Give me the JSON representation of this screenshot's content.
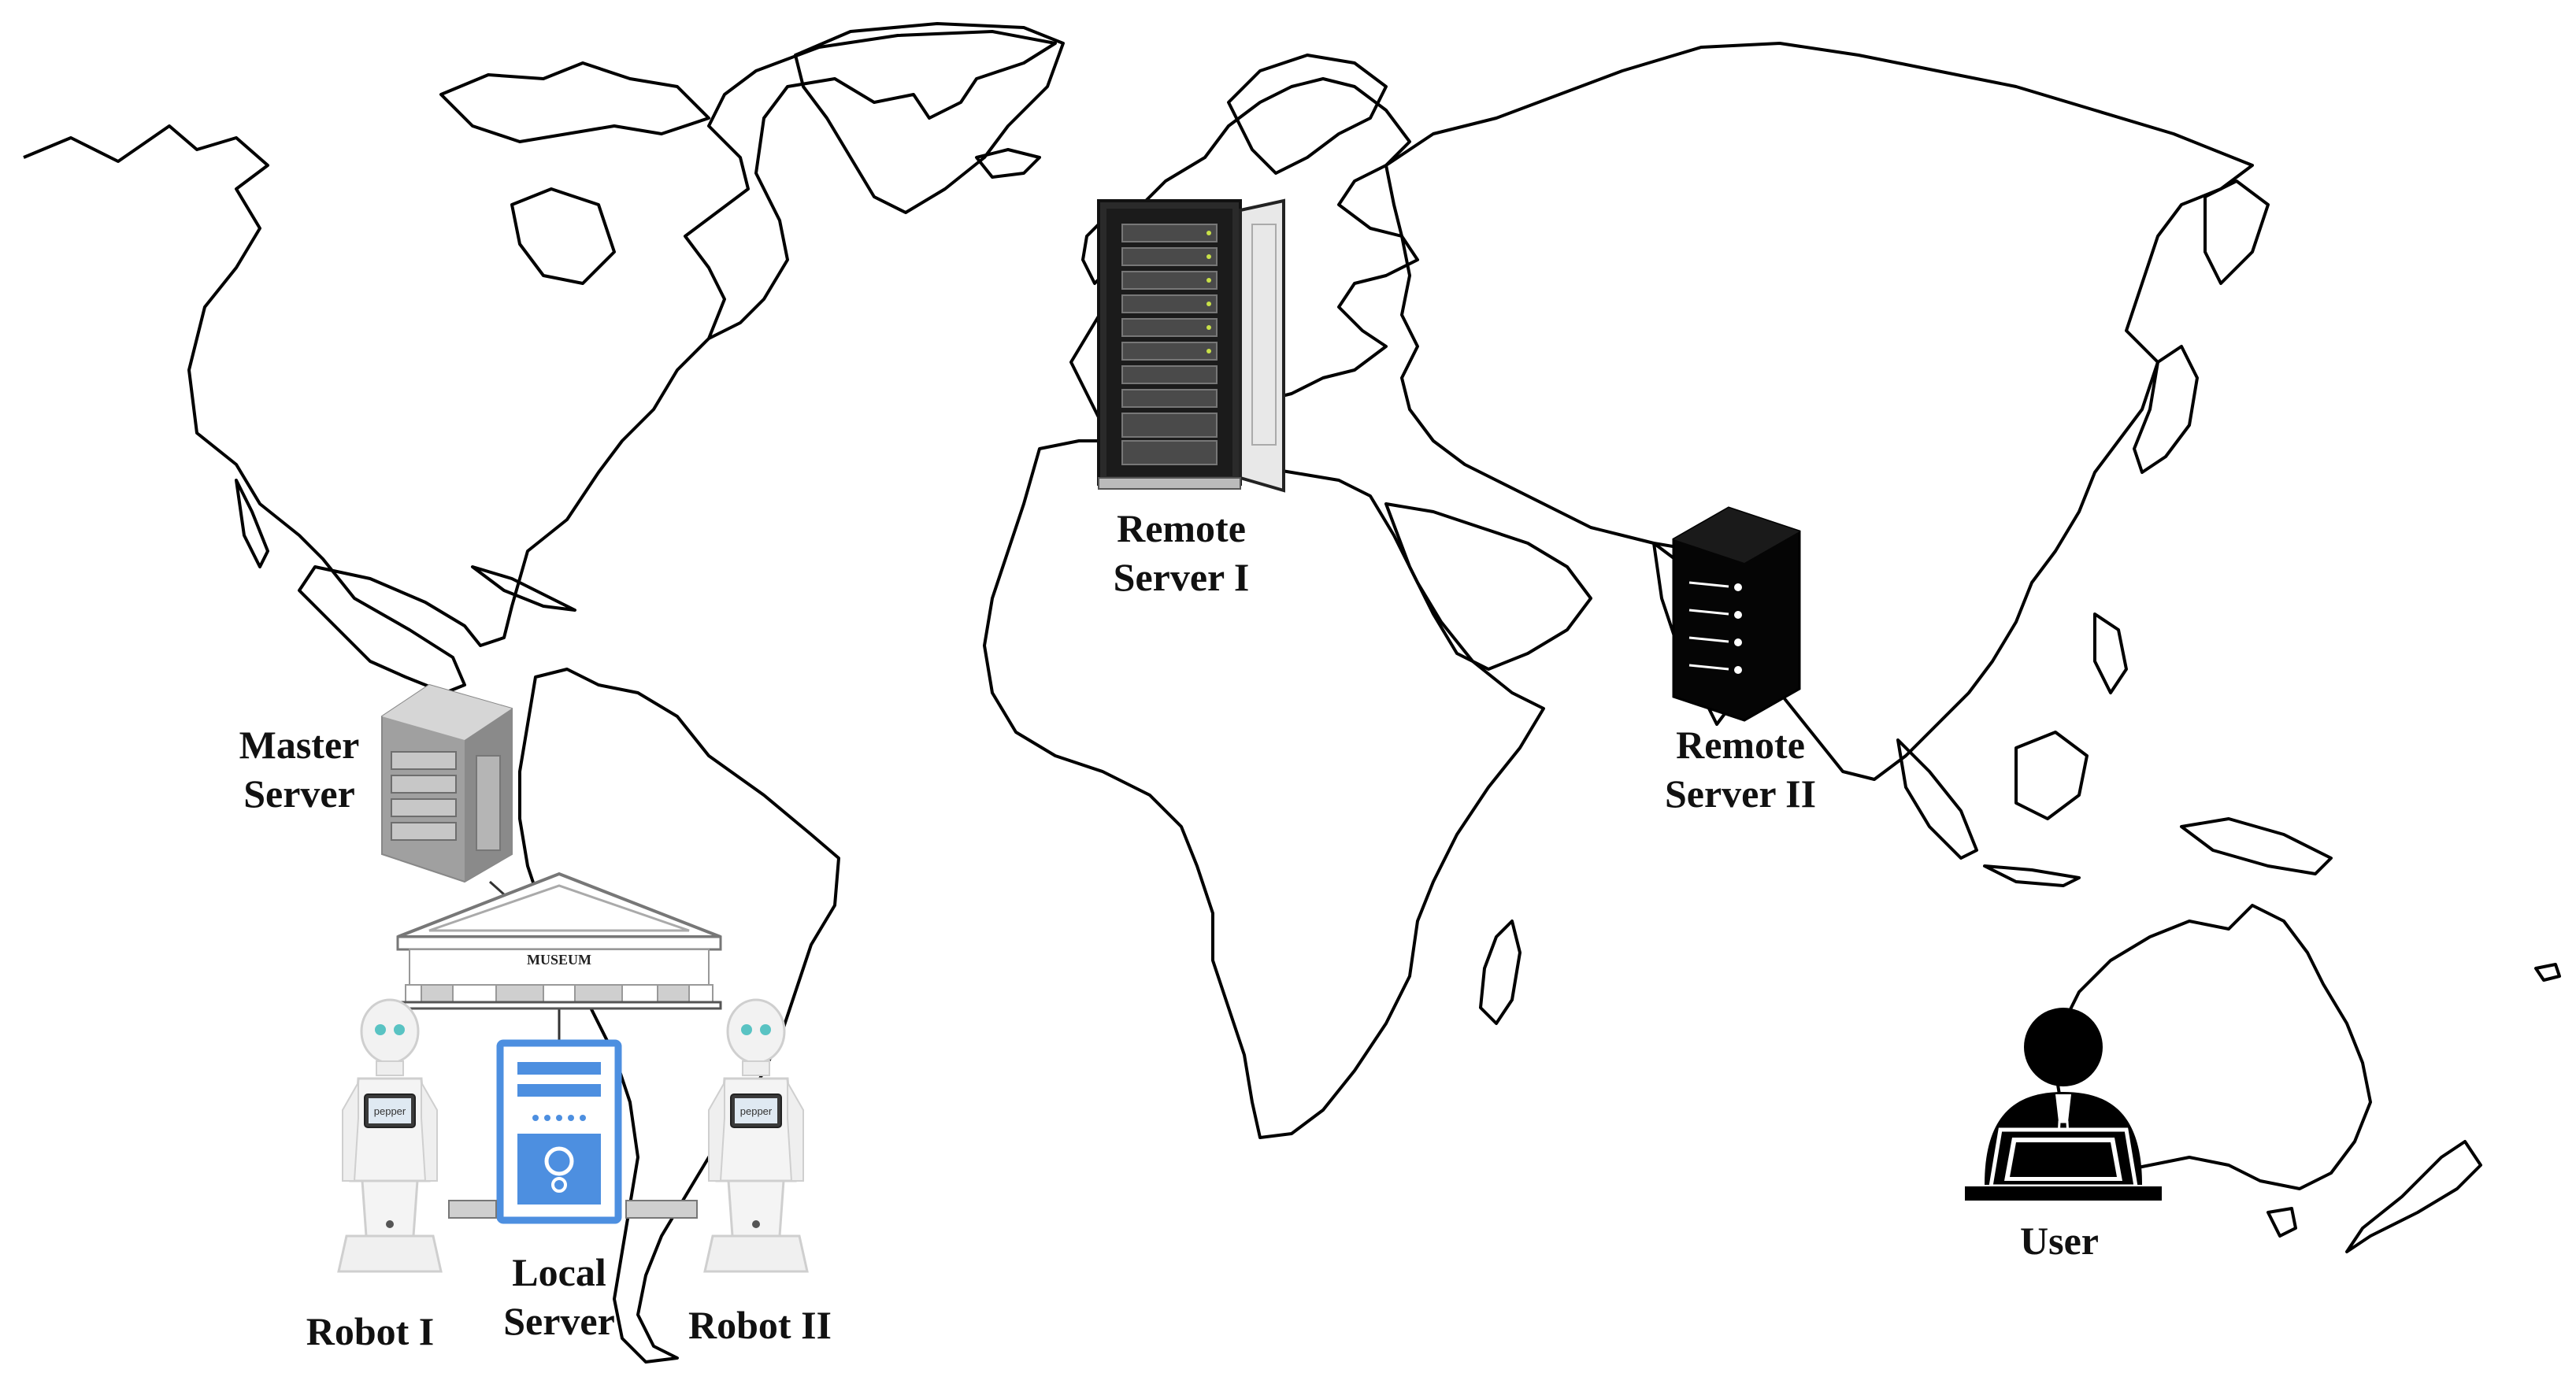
{
  "nodes": {
    "master_server": {
      "line1": "Master",
      "line2": "Server"
    },
    "remote_server_1": {
      "line1": "Remote",
      "line2": "Server I"
    },
    "remote_server_2": {
      "line1": "Remote",
      "line2": "Server II"
    },
    "local_server": {
      "line1": "Local",
      "line2": "Server"
    },
    "robot_1": {
      "label": "Robot I",
      "screen_text": "pepper"
    },
    "robot_2": {
      "label": "Robot II",
      "screen_text": "pepper"
    },
    "user": {
      "label": "User"
    },
    "museum": {
      "sign": "MUSEUM"
    }
  },
  "icons": {
    "master_server": "server-tower-icon",
    "remote_server_1": "server-rack-icon",
    "remote_server_2": "server-box-icon",
    "local_server": "desktop-computer-icon",
    "robots": "humanoid-robot-icon",
    "user": "user-at-laptop-icon",
    "museum": "museum-building-icon"
  },
  "colors": {
    "map_outline": "#000000",
    "local_server_blue": "#4d8fe0",
    "master_server_gray": "#9a9a9a"
  }
}
